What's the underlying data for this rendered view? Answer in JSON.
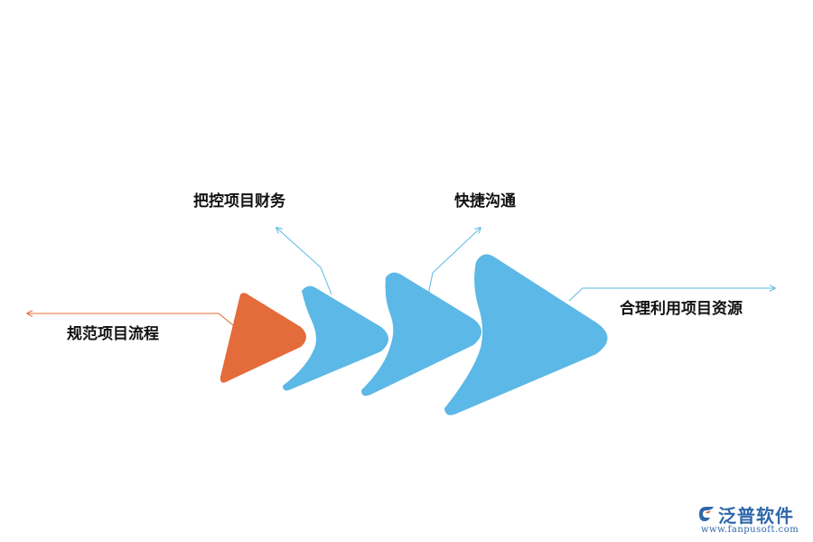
{
  "steps": [
    {
      "label": "规范项目流程",
      "color": "#e46b3a"
    },
    {
      "label": "把控项目财务",
      "color": "#5cb8e6"
    },
    {
      "label": "快捷沟通",
      "color": "#5cb8e6"
    },
    {
      "label": "合理利用项目资源",
      "color": "#5cb8e6"
    }
  ],
  "colors": {
    "orange": "#e46b3a",
    "blue": "#5cb8e6",
    "logo_blue": "#2f67a9"
  },
  "logo": {
    "name": "泛普软件",
    "url": "www.fanpusoft.com",
    "icon": "fanpu-logo-icon"
  }
}
